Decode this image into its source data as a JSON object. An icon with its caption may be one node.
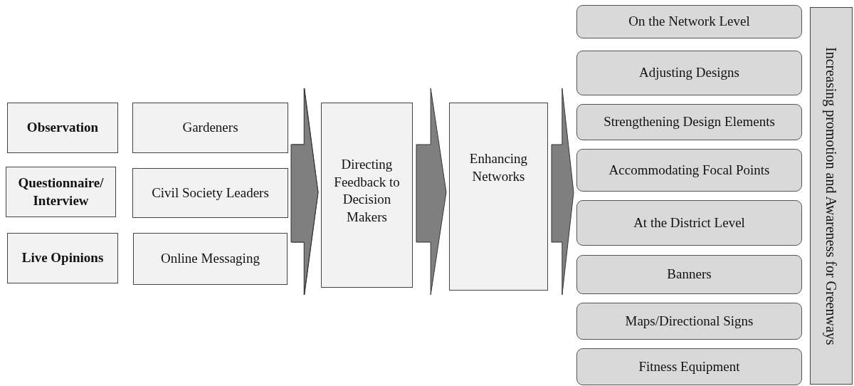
{
  "diagram": {
    "nodes": [
      {
        "text": [
          "Observation"
        ]
      },
      {
        "text": [
          "Questionnaire/ Interview"
        ]
      },
      {
        "text": [
          "Live Opinions"
        ]
      },
      {
        "text": [
          "Gardeners"
        ]
      },
      {
        "text": [
          "Civil Society Leaders"
        ]
      },
      {
        "text": [
          "Online Messaging"
        ]
      },
      {
        "text": [
          "Directing Feedback to Decision Makers"
        ]
      },
      {
        "text": [
          "Enhancing Networks"
        ]
      },
      {
        "text": [
          "On the Network Level"
        ]
      },
      {
        "text": [
          "Adjusting Designs"
        ]
      },
      {
        "text": [
          "Strengthening Design Elements"
        ]
      },
      {
        "text": [
          "Accommodating Focal Points"
        ]
      },
      {
        "text": [
          "At the District Level"
        ]
      },
      {
        "text": [
          "Banners"
        ]
      },
      {
        "text": [
          "Maps/Directional Signs"
        ]
      },
      {
        "text": [
          "Fitness Equipment"
        ]
      },
      {
        "text": [
          "Increasing promotion and Awareness for Greenways"
        ]
      }
    ],
    "edges": [
      {
        "from": 3,
        "to": 6,
        "arrow": "to"
      },
      {
        "from": 4,
        "to": 6,
        "arrow": "to"
      },
      {
        "from": 5,
        "to": 6,
        "arrow": "to"
      },
      {
        "from": 6,
        "to": 7,
        "arrow": "to"
      },
      {
        "from": 7,
        "to": 11,
        "arrow": "to"
      }
    ]
  }
}
